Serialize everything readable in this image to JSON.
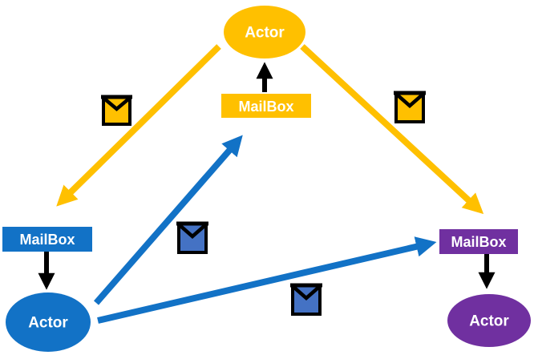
{
  "diagram": {
    "type": "actor-model-message-passing",
    "nodes": {
      "top_actor": {
        "label": "Actor"
      },
      "top_mailbox": {
        "label": "MailBox"
      },
      "left_mailbox": {
        "label": "MailBox"
      },
      "left_actor": {
        "label": "Actor"
      },
      "right_mailbox": {
        "label": "MailBox"
      },
      "right_actor": {
        "label": "Actor"
      }
    },
    "edges": [
      {
        "from": "top-actor",
        "to": "left-mailbox",
        "style": "thick-arrow",
        "color": "gold"
      },
      {
        "from": "top-actor",
        "to": "right-mailbox",
        "style": "thick-arrow",
        "color": "gold"
      },
      {
        "from": "left-actor",
        "to": "top-mailbox",
        "style": "thick-arrow",
        "color": "blue"
      },
      {
        "from": "left-actor",
        "to": "right-mailbox",
        "style": "thick-arrow",
        "color": "blue"
      },
      {
        "from": "top-mailbox",
        "to": "top-actor",
        "style": "thin-arrow",
        "color": "black"
      },
      {
        "from": "left-mailbox",
        "to": "left-actor",
        "style": "thin-arrow",
        "color": "black"
      },
      {
        "from": "right-mailbox",
        "to": "right-actor",
        "style": "thin-arrow",
        "color": "black"
      }
    ],
    "icons": {
      "envelope": "envelope-icon"
    }
  },
  "colors": {
    "gold": "#FFC000",
    "blue": "#1272C6",
    "envelope_blue": "#4472C4",
    "purple": "#7030A0",
    "black": "#000000",
    "label_text": "#FFFFFF"
  }
}
